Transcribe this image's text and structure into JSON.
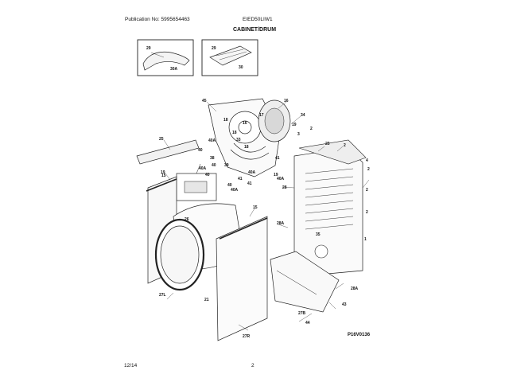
{
  "header": {
    "publication": "Publication No: 5995654463",
    "model": "EIED50LIW1"
  },
  "title": "CABINET/DRUM",
  "diagram_id": "P16V0136",
  "footer": {
    "date": "12/14",
    "page": "2"
  },
  "callouts": {
    "c29a": "29",
    "c30a": "30A",
    "c29b": "29",
    "c30": "30",
    "c45": "45",
    "c16": "16",
    "c17": "17",
    "c18a": "18",
    "c16b": "16",
    "c34": "34",
    "c19a": "19",
    "c2a": "2",
    "c18b": "18",
    "c3": "3",
    "c33": "33",
    "c25a": "25",
    "c40aa": "40A",
    "c25b": "25",
    "c2b": "2",
    "c40a": "40",
    "c18c": "18",
    "c38": "38",
    "c40b": "40",
    "c39": "39",
    "c41a": "41",
    "c40ab": "40A",
    "c19b": "19",
    "c40ac": "40A",
    "c40c": "40",
    "c41b": "41",
    "c19c": "19",
    "c41c": "41",
    "c40ad": "40A",
    "c40ae": "40A",
    "c40d": "40",
    "c26": "26",
    "c4": "4",
    "c2c": "2",
    "c2d": "2",
    "c15a": "15",
    "c15b": "15",
    "c28a": "28",
    "c28aa": "28A",
    "c2e": "2",
    "c35": "35",
    "c1": "1",
    "c27l": "27L",
    "c21": "21",
    "c27r": "27R",
    "c28ab": "28A",
    "c43": "43",
    "c27b": "27B",
    "c44": "44"
  }
}
